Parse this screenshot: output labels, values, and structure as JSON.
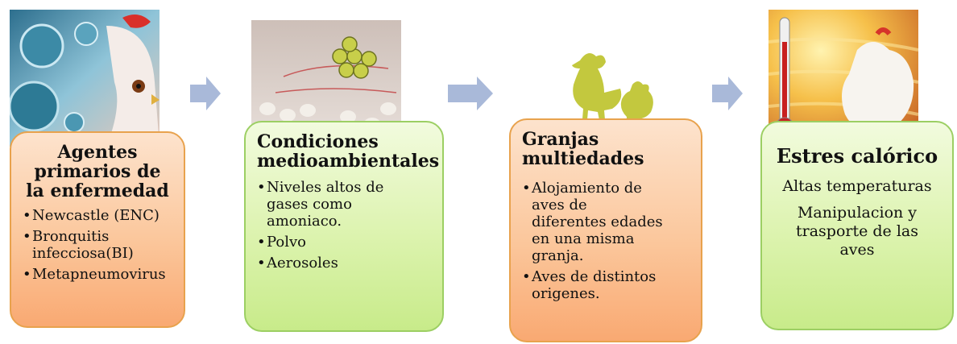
{
  "steps": [
    {
      "title": "Agentes primarios de la enfermedad",
      "items": [
        "Newcastle (ENC)",
        "Bronquitis infecciosa(BI)",
        "Metapneumovirus"
      ]
    },
    {
      "title": "Condiciones medioambientales",
      "items": [
        "Niveles altos de gases como amoniaco.",
        "Polvo",
        "Aerosoles"
      ]
    },
    {
      "title": "Granjas multiedades",
      "items": [
        "Alojamiento de aves de diferentes edades en una misma granja.",
        "Aves de distintos origenes."
      ]
    },
    {
      "title": "Estres calórico",
      "lines": [
        "Altas temperaturas",
        "Manipulacion y trasporte de las aves"
      ]
    }
  ],
  "images": [
    {
      "name": "virus-chicken-photo"
    },
    {
      "name": "poultry-farm-bacteria-photo"
    },
    {
      "name": "rooster-hen-icons"
    },
    {
      "name": "thermometer-heat-hen-photo"
    }
  ],
  "colors": {
    "orange_border": "#e8a24d",
    "green_border": "#9ccf63",
    "arrow": "#a9b9d9"
  }
}
